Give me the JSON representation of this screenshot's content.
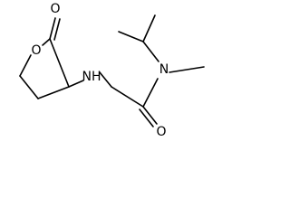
{
  "molecule": {
    "atoms": {
      "carbonyl_o_ring": "O",
      "ring_o": "O",
      "amine_n": "NH",
      "amide_n": "N",
      "amide_o": "O"
    }
  },
  "colors": {
    "bond": "#000000",
    "label": "#000000",
    "background": "#ffffff"
  }
}
